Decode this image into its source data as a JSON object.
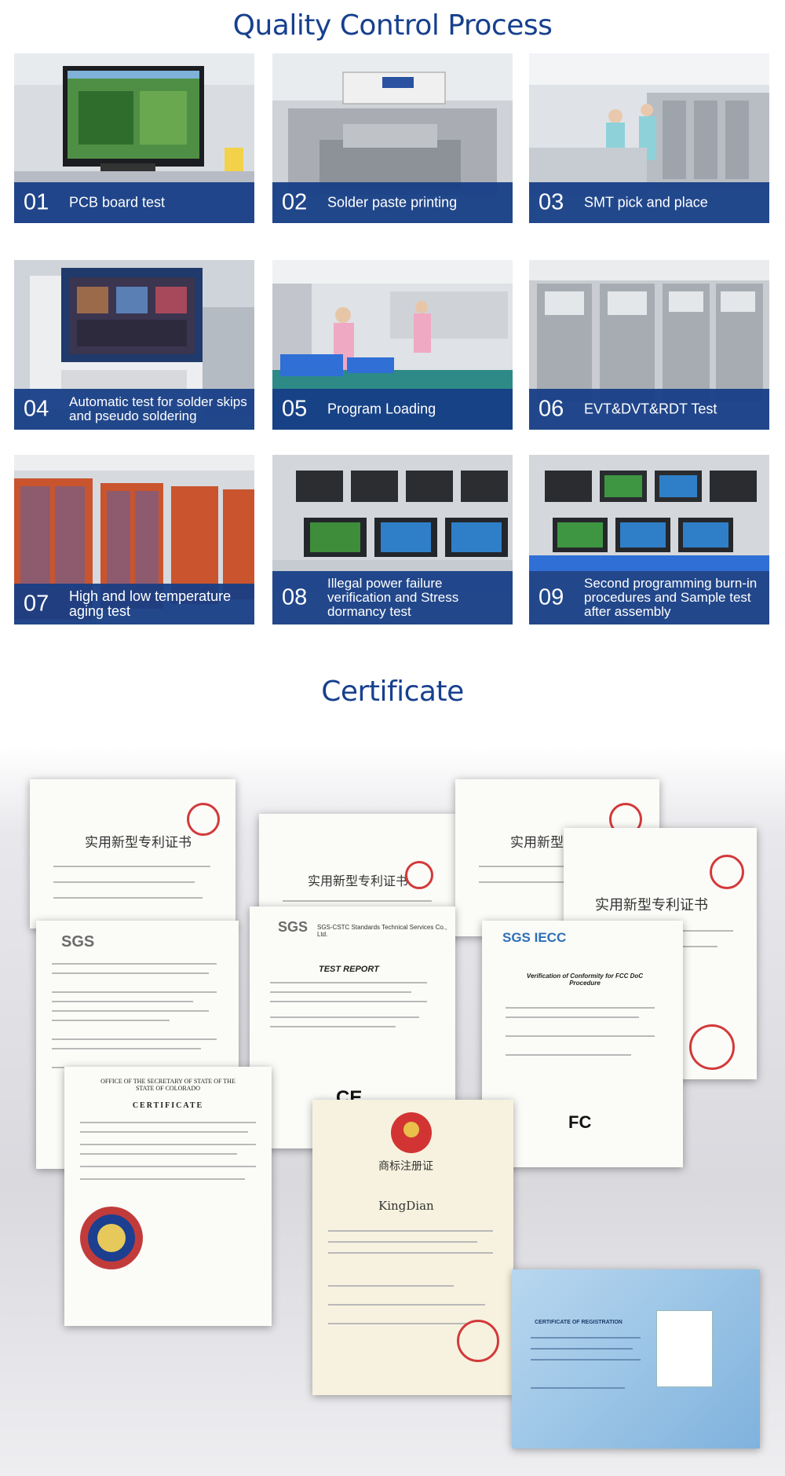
{
  "section_titles": {
    "quality": "Quality Control Process",
    "certificate": "Certificate"
  },
  "steps": [
    {
      "num": "01",
      "label": "PCB board test"
    },
    {
      "num": "02",
      "label": "Solder paste printing"
    },
    {
      "num": "03",
      "label": "SMT pick and place"
    },
    {
      "num": "04",
      "label": "Automatic test for solder skips and pseudo soldering"
    },
    {
      "num": "05",
      "label": "Program Loading"
    },
    {
      "num": "06",
      "label": "EVT&DVT&RDT Test"
    },
    {
      "num": "07",
      "label": "High and low temperature aging test"
    },
    {
      "num": "08",
      "label": "Illegal power failure verification and Stress dormancy test"
    },
    {
      "num": "09",
      "label": "Second programming burn-in procedures and Sample test after assembly"
    }
  ],
  "certificates": {
    "patent_title": "实用新型专利证书",
    "sgs_logo": "SGS",
    "sgs_cstc": "SGS-CSTC Standards Technical Services Co., Ltd.",
    "test_report": "TEST REPORT",
    "ce_mark": "CE",
    "sgs_iecc": "SGS IECC",
    "fcc_title": "Verification of Conformity for FCC DoC Procedure",
    "fcc_mark": "FC",
    "colorado_office": "OFFICE OF THE SECRETARY OF STATE OF THE STATE OF COLORADO",
    "colorado_cert": "CERTIFICATE",
    "trademark_title": "商标注册证",
    "trademark_brand": "KingDian",
    "eu_title": "CERTIFICATE OF REGISTRATION"
  }
}
